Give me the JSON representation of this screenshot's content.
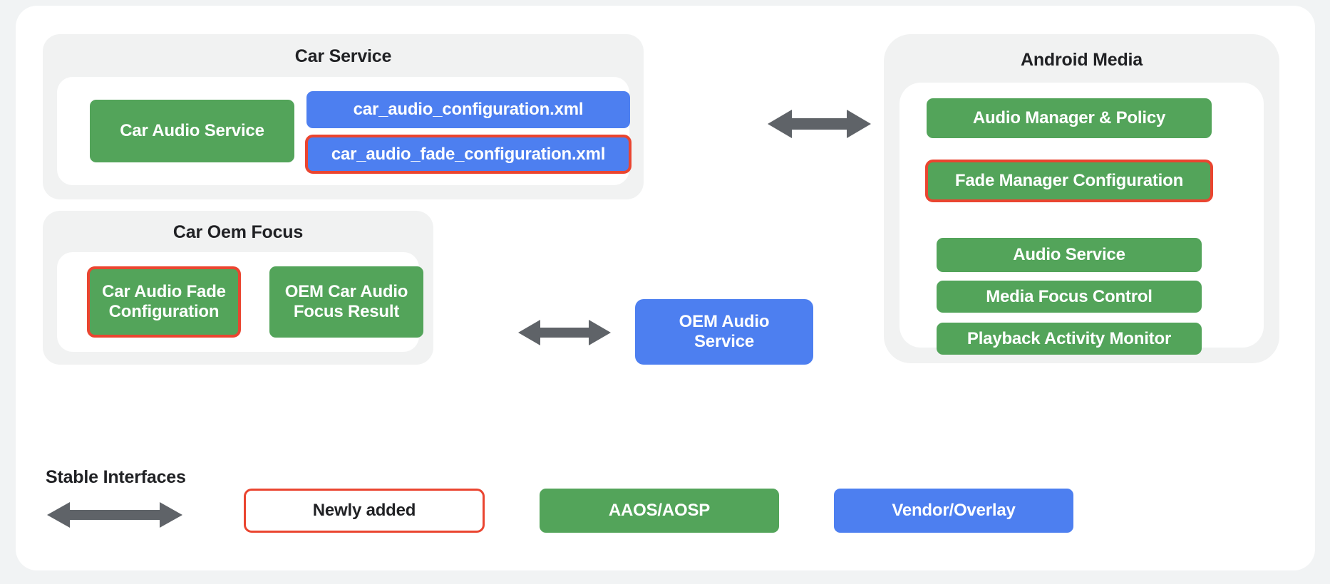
{
  "theme": {
    "page_background": "#f1f3f4",
    "card_background": "#ffffff",
    "group_background": "#f1f2f2",
    "green": "#53a45a",
    "blue": "#4d7ff0",
    "outline_red": "#ea4530",
    "arrow_gray": "#5f6368",
    "text_dark": "#202124",
    "text_light": "#ffffff"
  },
  "groups": {
    "car_service": {
      "title": "Car Service",
      "nodes": [
        {
          "label": "Car Audio Service",
          "color": "green",
          "outlined": false
        },
        {
          "label": "car_audio_configuration.xml",
          "color": "blue",
          "outlined": false
        },
        {
          "label": "car_audio_fade_configuration.xml",
          "color": "blue",
          "outlined": true
        }
      ]
    },
    "car_oem_focus": {
      "title": "Car Oem Focus",
      "nodes": [
        {
          "label": "Car Audio Fade Configuration",
          "color": "green",
          "outlined": true
        },
        {
          "label": "OEM Car Audio Focus Result",
          "color": "green",
          "outlined": false
        }
      ]
    },
    "android_media": {
      "title": "Android Media",
      "nodes": [
        {
          "label": "Audio Manager & Policy",
          "color": "green",
          "outlined": false
        },
        {
          "label": "Fade Manager Configuration",
          "color": "green",
          "outlined": true
        },
        {
          "label": "Audio Service",
          "color": "green",
          "outlined": false
        },
        {
          "label": "Media Focus Control",
          "color": "green",
          "outlined": false
        },
        {
          "label": "Playback Activity Monitor",
          "color": "green",
          "outlined": false
        }
      ]
    }
  },
  "standalone": {
    "oem_audio_service": {
      "label": "OEM Audio Service",
      "color": "blue"
    }
  },
  "arrows": [
    {
      "name": "car-service-to-android-media",
      "kind": "double-headed-horizontal"
    },
    {
      "name": "car-oem-focus-to-oem-audio-service",
      "kind": "double-headed-horizontal"
    },
    {
      "name": "legend-stable-interfaces",
      "kind": "double-headed-horizontal"
    }
  ],
  "legend": {
    "title": "Stable Interfaces",
    "items": [
      {
        "label": "Newly added",
        "style": "outlined"
      },
      {
        "label": "AAOS/AOSP",
        "style": "green"
      },
      {
        "label": "Vendor/Overlay",
        "style": "blue"
      }
    ]
  }
}
